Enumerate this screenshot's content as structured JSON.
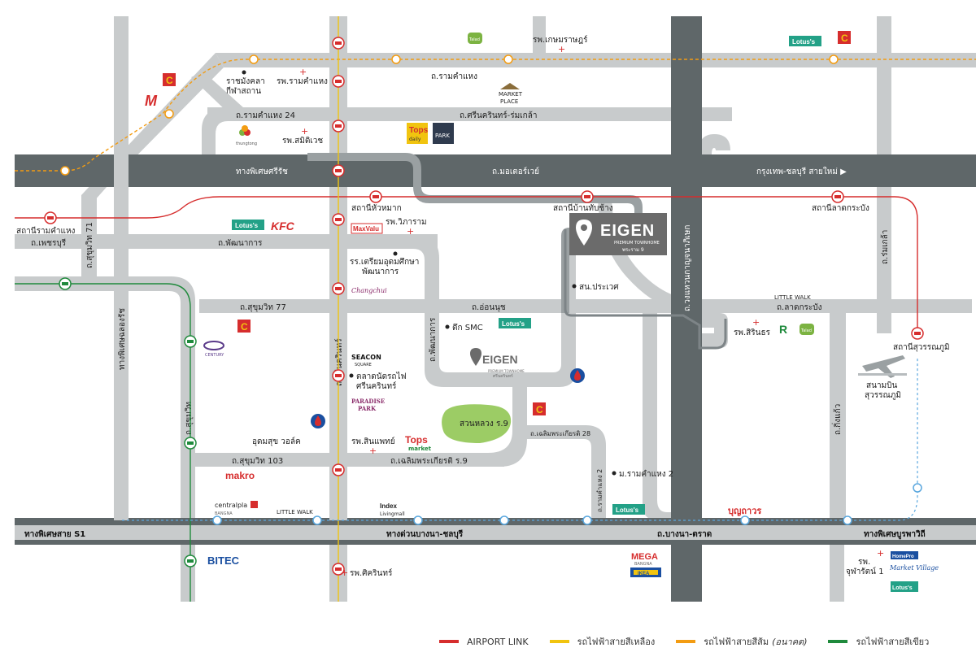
{
  "project": {
    "brand": "EIGEN",
    "tagline": "PREMIUM TOWNHOME",
    "location": "พระราม 9",
    "location_small": "ศรีนครินทร์"
  },
  "roads": {
    "motorway_phisetsrirat": "ทางพิเศษศรีรัช",
    "motorway_way": "ถ.มอเตอร์เวย์",
    "motorway_chonburi": "กรุงเทพ-ชลบุรี สายใหม่ ▶",
    "srinakarin": "ถ.ศรีนครินทร์",
    "kanchanaphisek": "ถ.วงแหวนกาญจนาภิเษก",
    "sukhumvit_vert": "ถ.สุขุมวิท",
    "chalong_rat": "ทางพิเศษฉลองรัช",
    "bangna_trad": "ถ.บางนา-ตราด",
    "s1": "ทางพิเศษสาย S1",
    "bangna_expressway": "ทางด่วนบางนา-ชลบุรี",
    "burapha_withi": "ทางพิเศษบูรพาวิถี",
    "ramkhamhaeng": "ถ.รามคำแหง",
    "ramkhamhaeng24": "ถ.รามคำแหง 24",
    "srinakarin_rommklao": "ถ.ศรีนครินทร์-ร่มเกล้า",
    "phatthanakan": "ถ.พัฒนาการ",
    "phatthanakan_vert": "ถ.พัฒนาการ",
    "phetchaburi": "ถ.เพชรบุรี",
    "sukhumvit71": "ถ.สุขุมวิท 71",
    "sukhumvit77": "ถ.สุขุมวิท 77",
    "sukhumvit103": "ถ.สุขุมวิท 103",
    "onnut": "ถ.อ่อนนุช",
    "lat_krabang": "ถ.ลาดกระบัง",
    "chaloem_phrakiat9": "ถ.เฉลิมพระเกียรติ ร.9",
    "chaloem_phrakiat28": "ถ.เฉลิมพระเกียรติ 28",
    "ramkhamhaeng2_vert": "ถ.รามคำแหง 2",
    "kingkaeo": "ถ.กิ่งแก้ว",
    "romklao_vert": "ถ.ร่มเกล้า"
  },
  "stations": {
    "ramkhamhaeng": "สถานีรามคำแหง",
    "hua_mak": "สถานีหัวหมาก",
    "ban_thap_chang": "สถานีบ้านทับช้าง",
    "lat_krabang": "สถานีลาดกระบัง",
    "suvarnabhumi": "สถานีสุวรรณภูมิ"
  },
  "places": {
    "kasem_hospital": "รพ.เกษมราษฎร์",
    "rajamangala": "ราชมังคลา",
    "kilasathan": "กีฬาสถาน",
    "ram_hospital": "รพ.รามคำแหง",
    "samitivej": "รพ.สมิติเวช",
    "vibharam": "รพ.วิภาราม",
    "triam_udom_1": "รร.เตรียมอุดมศึกษา",
    "triam_udom_2": "พัฒนาการ",
    "prawet": "สน.ประเวศ",
    "suek_smc": "ตึก SMC",
    "seacon": "SEACON",
    "seacon_sub": "SQUARE",
    "train_market_1": "ตลาดนัดรถไฟ",
    "train_market_2": "ศรีนครินทร์",
    "paradise": "PARADISE",
    "paradise_sub": "PARK",
    "udomsuk": "อุดมสุข วอล์ค",
    "sinphaet": "รพ.สินแพทย์",
    "nong_bon": "สวนหลวง ร.9",
    "ram2": "ม.รามคำแหง 2",
    "sirinthorn": "รพ.สิรินธร",
    "airport": "สนามบิน",
    "airport_2": "สุวรรณภูมิ",
    "srinakarin_hospital": "รพ.ศิครินทร์",
    "chularat": "รพ.",
    "chularat_2": "จุฬารัตน์ 1",
    "market_place": "MARKET",
    "market_place_sub": "PLACE"
  },
  "brands": {
    "lotus": "Lotus's",
    "kfc": "KFC",
    "maxvalu": "MaxValu",
    "makro": "makro",
    "tops": "Tops",
    "tops_market": "market",
    "tops_daily": "daily",
    "park": "PARK",
    "littlewalk": "LITTLE WALK",
    "central": "centralpla",
    "central_sub": "BANGNA",
    "index": "Index",
    "index_sub": "Livingmall",
    "bitec": "BITEC",
    "mega": "MEGA",
    "mega_sub": "BANGNA",
    "ikea": "IKEA",
    "boonthavorn": "บุญถาวร",
    "market_village": "Market Village",
    "homepro": "HomePro",
    "century": "CENTURY",
    "changchui": "thungtong",
    "big_c": "C",
    "the_mall": "M",
    "tesco": "Talad"
  },
  "legend": [
    {
      "label": "AIRPORT LINK",
      "color": "#d62d2d"
    },
    {
      "label": "รถไฟฟ้าสายสีเหลือง",
      "color": "#f1c40f"
    },
    {
      "label": "รถไฟฟ้าสายสีส้ม",
      "label_extra": "(อนาคต)",
      "color": "#f39c12"
    },
    {
      "label": "รถไฟฟ้าสายสีเขียว",
      "color": "#1f8a3c"
    }
  ],
  "colors": {
    "road_minor": "#c8cbcc",
    "road_major": "#5f6769",
    "airport_link": "#d62d2d",
    "yellow_line": "#f1c40f",
    "orange_line": "#f39c12",
    "green_line": "#1f8a3c",
    "airport_blue": "#5aa7de",
    "eigen_box": "#6b6b6b"
  }
}
